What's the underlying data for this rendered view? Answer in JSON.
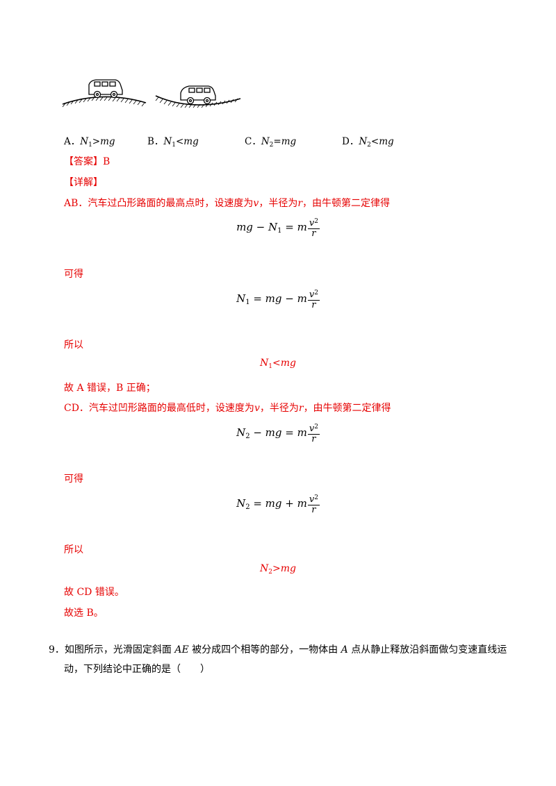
{
  "options": [
    {
      "letter": "A．",
      "sym": "N",
      "sub": "1",
      "rel": ">",
      "rhs": "mg"
    },
    {
      "letter": "B．",
      "sym": "N",
      "sub": "1",
      "rel": "<",
      "rhs": "mg"
    },
    {
      "letter": "C．",
      "sym": "N",
      "sub": "2",
      "rel": "=",
      "rhs": "mg"
    },
    {
      "letter": "D．",
      "sym": "N",
      "sub": "2",
      "rel": "<",
      "rhs": "mg"
    }
  ],
  "answer_label": "【答案】B",
  "detail_label": "【详解】",
  "line_ab": {
    "pre": "AB．汽车过凸形路面的最高点时，设速度为",
    "v": "v",
    "mid": "，半径为",
    "r": "r",
    "post": "，由牛顿第二定律得"
  },
  "eq1": {
    "lhs1": "mg",
    "minus": " − ",
    "lhs2": "N",
    "sub": "1",
    "eq": " = ",
    "m": "m",
    "num": "v",
    "pow": "2",
    "den": "r"
  },
  "kede1": "可得",
  "eq2": {
    "lhs": "N",
    "sub": "1",
    "eq": " = ",
    "a": "mg",
    "op": " − ",
    "m": "m",
    "num": "v",
    "pow": "2",
    "den": "r"
  },
  "suoyi1": "所以",
  "res1": {
    "sym": "N",
    "sub": "1",
    "rel": "<",
    "rhs": "mg"
  },
  "conc1": "故 A 错误，B 正确；",
  "line_cd": {
    "pre": "CD．汽车过凹形路面的最高低时，设速度为",
    "v": "v",
    "mid": "，半径为",
    "r": "r",
    "post": "，由牛顿第二定律得"
  },
  "eq3": {
    "lhs": "N",
    "sub": "2",
    "op": " − ",
    "a": "mg",
    "eq": " = ",
    "m": "m",
    "num": "v",
    "pow": "2",
    "den": "r"
  },
  "kede2": "可得",
  "eq4": {
    "lhs": "N",
    "sub": "2",
    "eq": " = ",
    "a": "mg",
    "op": " + ",
    "m": "m",
    "num": "v",
    "pow": "2",
    "den": "r"
  },
  "suoyi2": "所以",
  "res2": {
    "sym": "N",
    "sub": "2",
    "rel": ">",
    "rhs": "mg"
  },
  "conc2": "故 CD 错误。",
  "conc3": "故选 B。",
  "q9": {
    "num": "9．",
    "pre": "如图所示，光滑固定斜面 ",
    "ae": "AE",
    "mid": " 被分成四个相等的部分，一物体由 ",
    "a": "A",
    "post": " 点从静止释放沿斜面做匀变速直线运",
    "line2": "动，下列结论中正确的是（　　）"
  }
}
